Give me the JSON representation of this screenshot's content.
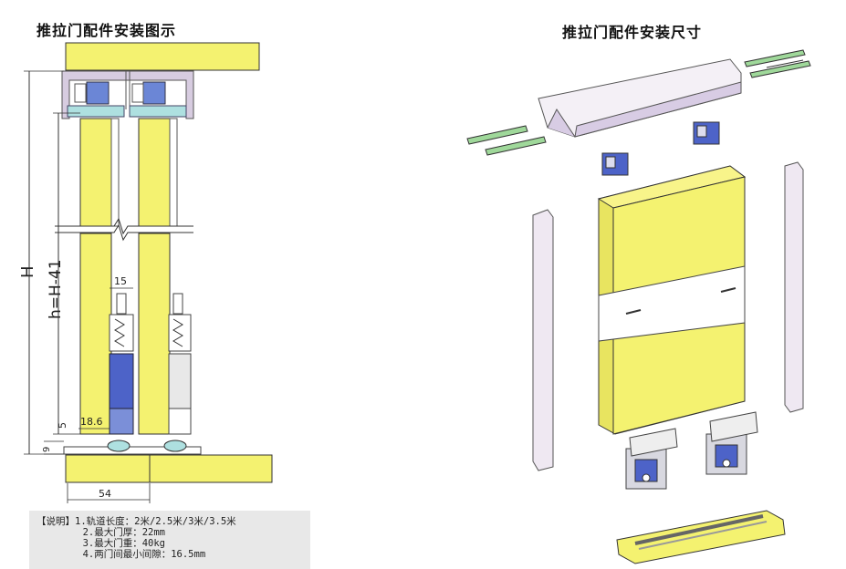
{
  "left_title": "推拉门配件安装图示",
  "right_title": "推拉门配件安装尺寸",
  "dimensions": {
    "H": "H",
    "h": "h=H-41",
    "d15": "15",
    "d5": "5",
    "d18_6": "18.6",
    "d9": "9",
    "d54": "54"
  },
  "notes": {
    "prefix": "【说明】",
    "line1": "1.轨道长度：2米/2.5米/3米/3.5米",
    "line2": "2.最大门厚：22mm",
    "line3": "3.最大门重：40kg",
    "line4": "4.两门间最小间隙：16.5mm"
  },
  "colors": {
    "door_yellow": "#f4f270",
    "hardware_blue": "#4d63c8",
    "guide_green": "#8fc88a",
    "rail_purple": "#c8b8d8"
  }
}
